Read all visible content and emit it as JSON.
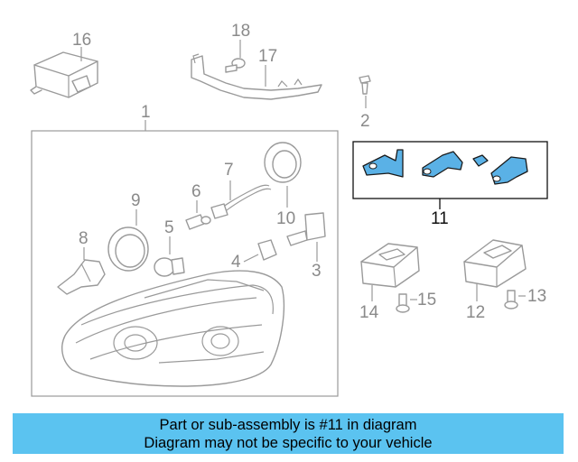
{
  "callouts": {
    "c1": "1",
    "c2": "2",
    "c3": "3",
    "c4": "4",
    "c5": "5",
    "c6": "6",
    "c7": "7",
    "c8": "8",
    "c9": "9",
    "c10": "10",
    "c11": "11",
    "c12": "12",
    "c13": "13",
    "c14": "14",
    "c15": "15",
    "c16": "16",
    "c17": "17",
    "c18": "18"
  },
  "banner": {
    "line1": "Part or sub-assembly is #11 in diagram",
    "line2": "Diagram may not be specific to your vehicle"
  },
  "colors": {
    "highlight_part": "#5ab1e6",
    "banner_bg": "#5bc3f0",
    "line_gray": "#9a9a9a"
  }
}
